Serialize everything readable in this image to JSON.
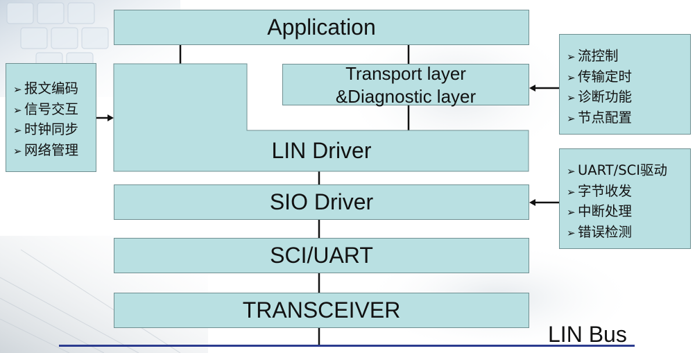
{
  "layers": {
    "application": "Application",
    "transport_line1": "Transport layer",
    "transport_line2": "&Diagnostic layer",
    "lin_driver": "LIN Driver",
    "sio_driver": "SIO Driver",
    "sci_uart": "SCI/UART",
    "transceiver": "TRANSCEIVER"
  },
  "bus_label": "LIN Bus",
  "left_box": {
    "items": [
      "报文编码",
      "信号交互",
      "时钟同步",
      "网络管理"
    ]
  },
  "transport_box": {
    "items": [
      "流控制",
      "传输定时",
      "诊断功能",
      "节点配置"
    ]
  },
  "sio_box": {
    "items": [
      "UART/SCI驱动",
      "字节收发",
      "中断处理",
      "错误检测"
    ]
  },
  "bullet_glyph": "➢",
  "colors": {
    "box_fill": "#b9e0e2",
    "box_border": "#6f8f91",
    "connector": "#111111",
    "bus_line": "#2b3b8f"
  }
}
